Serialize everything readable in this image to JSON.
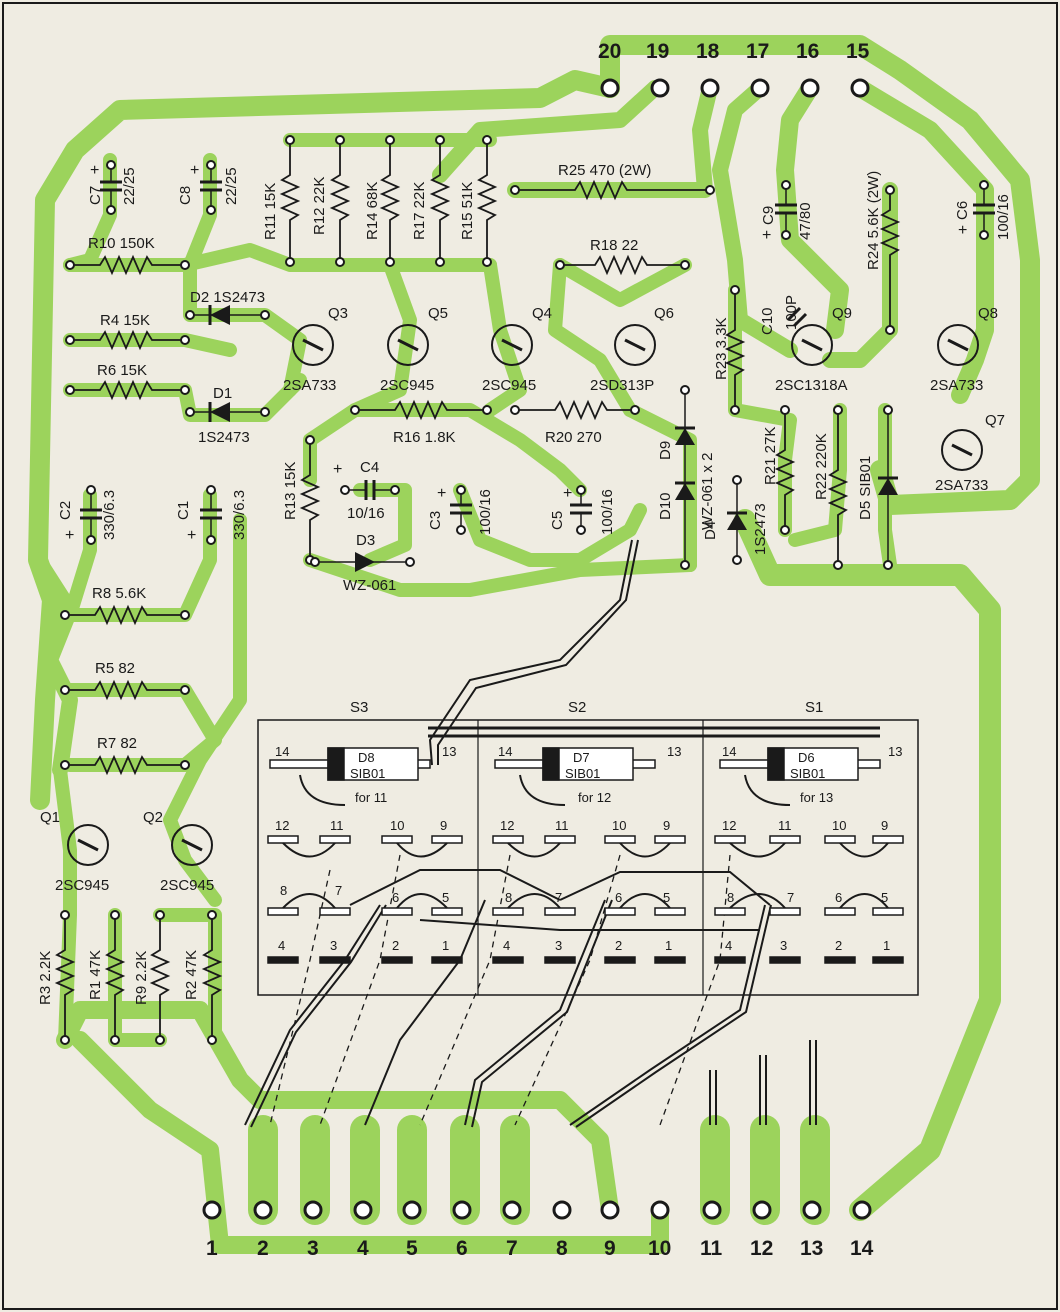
{
  "top_connectors": [
    "20",
    "19",
    "18",
    "17",
    "16",
    "15"
  ],
  "bottom_connectors": [
    "1",
    "2",
    "3",
    "4",
    "5",
    "6",
    "7",
    "8",
    "9",
    "10",
    "11",
    "12",
    "13",
    "14"
  ],
  "components": {
    "c7": "C7",
    "c7v": "22/25",
    "c8": "C8",
    "c8v": "22/25",
    "r11": "R11 15K",
    "r12": "R12 22K",
    "r14": "R14 68K",
    "r17": "R17 22K",
    "r15": "R15 51K",
    "r25": "R25 470 (2W)",
    "c9": "C9",
    "c9v": "47/80",
    "r24": "R24 5.6K (2W)",
    "c6": "C6",
    "c6v": "100/16",
    "r10": "R10 150K",
    "r18": "R18 22",
    "d2": "D2 1S2473",
    "r4": "R4 15K",
    "r6": "R6 15K",
    "d1": "D1",
    "d1v": "1S2473",
    "q3": "Q3",
    "q3v": "2SA733",
    "q5": "Q5",
    "q5v": "2SC945",
    "q4": "Q4",
    "q4v": "2SC945",
    "q6": "Q6",
    "q6v": "2SD313P",
    "r23": "R23 3.3K",
    "c10": "C10",
    "c10v": "100P",
    "q9": "Q9",
    "q9v": "2SC1318A",
    "q8": "Q8",
    "q8v": "2SA733",
    "q7": "Q7",
    "q7v": "2SA733",
    "r16": "R16 1.8K",
    "r20": "R20 270",
    "d9": "D9",
    "d10": "D10",
    "d910v": "WZ-061 x 2",
    "r21": "R21 27K",
    "r22": "R22 220K",
    "d5": "D5 SIB01",
    "r13": "R13 15K",
    "c4": "C4",
    "c4v": "10/16",
    "c3": "C3",
    "c3v": "100/16",
    "c5": "C5",
    "c5v": "100/16",
    "d4": "D4",
    "d4v": "1S2473",
    "d3": "D3",
    "d3v": "WZ-061",
    "c2": "C2",
    "c2v": "330/6.3",
    "c1": "C1",
    "c1v": "330/6.3",
    "r8": "R8 5.6K",
    "r5": "R5 82",
    "r7": "R7 82",
    "q1": "Q1",
    "q1v": "2SC945",
    "q2": "Q2",
    "q2v": "2SC945",
    "r3": "R3 2.2K",
    "r1": "R1 47K",
    "r9": "R9 2.2K",
    "r2": "R2 47K"
  },
  "switches": [
    {
      "name": "S3",
      "diode": "D8",
      "diode_type": "SIB01",
      "note": "for 11"
    },
    {
      "name": "S2",
      "diode": "D7",
      "diode_type": "SIB01",
      "note": "for 12"
    },
    {
      "name": "S1",
      "diode": "D6",
      "diode_type": "SIB01",
      "note": "for 13"
    }
  ],
  "switch_pins": {
    "top_left": "14",
    "top_right": "13",
    "row1": [
      "12",
      "11",
      "10",
      "9"
    ],
    "row2": [
      "8",
      "7",
      "6",
      "5"
    ],
    "row3": [
      "4",
      "3",
      "2",
      "1"
    ]
  },
  "colors": {
    "trace": "#9cd35c",
    "ink": "#1a1a1a",
    "paper": "#efece2"
  }
}
